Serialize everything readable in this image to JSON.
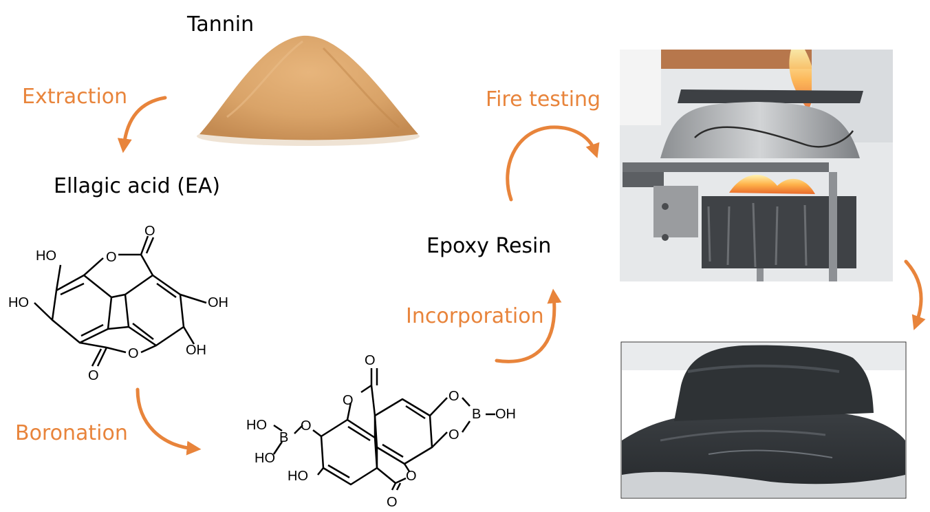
{
  "colors": {
    "accent": "#E8843B",
    "text": "#000000",
    "tannin": "#D9A368",
    "char": "#2E3235",
    "foil": "#D7D9DB"
  },
  "labels": {
    "tannin": "Tannin",
    "ellagic_acid": "Ellagic acid (EA)",
    "epoxy_resin": "Epoxy Resin"
  },
  "steps": {
    "extraction": "Extraction",
    "boronation": "Boronation",
    "incorporation": "Incorporation",
    "fire_testing": "Fire testing"
  },
  "ea_molecule": {
    "ho_1": "HO",
    "ho_2": "HO",
    "oh_1": "OH",
    "oh_2": "OH",
    "o_1": "O",
    "o_2": "O",
    "o_3": "O",
    "o_4": "O"
  },
  "borated_molecule": {
    "o_top": "O",
    "o_ring_left": "O",
    "o_ring_bottom": "O",
    "o_bottom": "O",
    "o_boron_top": "O",
    "o_boron_bottom": "O",
    "o_left": "O",
    "b_right": "B",
    "b_left": "B",
    "oh_right": "OH",
    "ho_upper": "HO",
    "ho_lower": "HO",
    "ho_bottom": "HO"
  },
  "images": {
    "tannin_powder": "tannin-powder-pile",
    "fire_test": "cone-calorimeter-fire-test",
    "char_residue": "char-residue"
  }
}
